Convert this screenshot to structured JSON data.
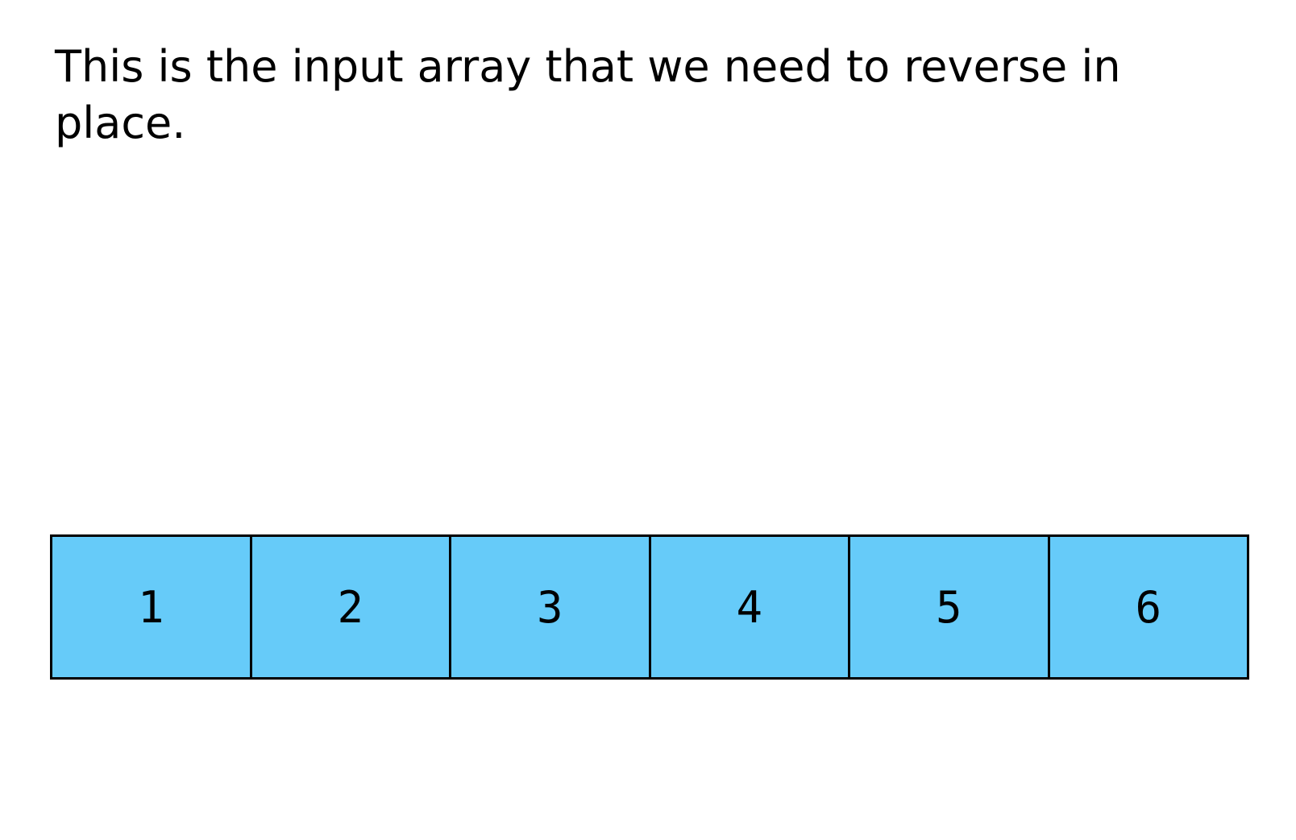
{
  "caption": "This is the input array that we need to reverse in place.",
  "array": {
    "cell_color": "#66CBF9",
    "border_color": "#000000",
    "values": [
      "1",
      "2",
      "3",
      "4",
      "5",
      "6"
    ]
  }
}
